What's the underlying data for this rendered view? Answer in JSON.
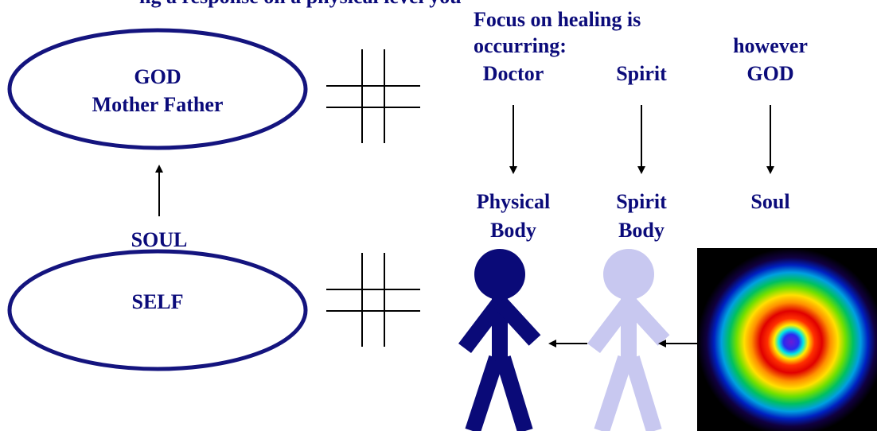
{
  "title_fragment": "ng a response on a physical level you",
  "header": {
    "line1": "Focus on healing is",
    "line2": "occurring:",
    "however": "however"
  },
  "sources": {
    "doctor": "Doctor",
    "spirit": "Spirit",
    "god": "GOD"
  },
  "targets": {
    "physical_line1": "Physical",
    "physical_line2": "Body",
    "spirit_line1": "Spirit",
    "spirit_line2": "Body",
    "soul": "Soul"
  },
  "god_ellipse": {
    "line1": "GOD",
    "line2": "Mother Father"
  },
  "soul_label": "SOUL",
  "self_label": "SELF",
  "colors": {
    "text": "#0b0b7a",
    "ellipse_stroke": "#14147e",
    "figure_dark": "#0a0a78",
    "figure_light": "#c8c8f0",
    "line": "#000000"
  }
}
